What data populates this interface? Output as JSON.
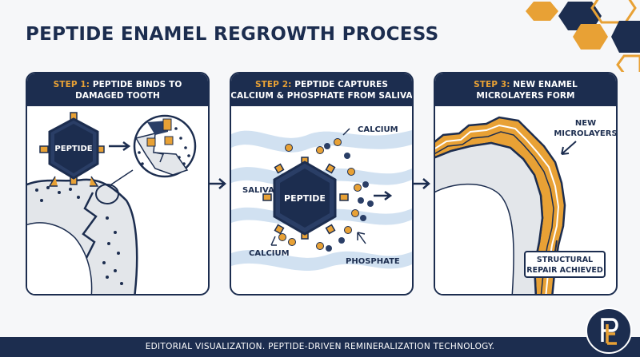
{
  "title": "PEPTIDE ENAMEL REGROWTH PROCESS",
  "steps": [
    {
      "step_label": "STEP 1:",
      "line1": "PEPTIDE BINDS TO",
      "line2": "DAMAGED TOOTH"
    },
    {
      "step_label": "STEP 2:",
      "line1": "PEPTIDE CAPTURES",
      "line2": "CALCIUM & PHOSPHATE FROM SALIVA"
    },
    {
      "step_label": "STEP 3:",
      "line1": "NEW ENAMEL",
      "line2": "MICROLAYERS FORM"
    }
  ],
  "panel1": {
    "peptide_label": "PEPTIDE"
  },
  "panel2": {
    "peptide_label": "PEPTIDE",
    "saliva_label": "SALIVA",
    "calcium_top_label": "CALCIUM",
    "calcium_bottom_label": "CALCIUM",
    "phosphate_label": "PHOSPHATE"
  },
  "panel3": {
    "new_microlayers_line1": "NEW",
    "new_microlayers_line2": "MICROLAYERS",
    "repair_line1": "STRUCTURAL",
    "repair_line2": "REPAIR ACHIEVED"
  },
  "footer": "EDITORIAL VISUALIZATION. PEPTIDE-DRIVEN REMINERALIZATION TECHNOLOGY.",
  "colors": {
    "navy": "#1c2d4f",
    "gold": "#e8a135",
    "saliva_blue": "#c9dcef",
    "tooth_gray": "#e3e6ea"
  }
}
